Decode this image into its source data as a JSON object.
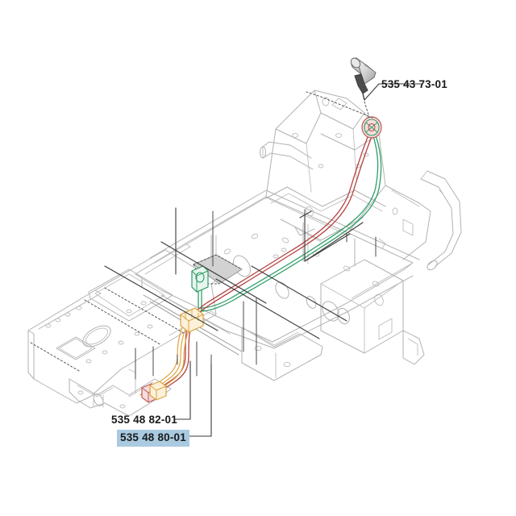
{
  "diagram": {
    "title": "Wiring harness assembly exploded parts diagram",
    "background_color": "#ffffff",
    "line_color": "#b0b0b0",
    "leader_color": "#3a3a3a",
    "shade_color": "#cfcfcf",
    "highlight_color": "#a9cae0"
  },
  "callouts": [
    {
      "id": "535-43-73-01",
      "part_number": "535 43 73-01",
      "highlighted": false,
      "position": "top-right",
      "points_to": "angled-socket-connector"
    },
    {
      "id": "535-48-82-01",
      "part_number": "535 48 82-01",
      "highlighted": false,
      "position": "bottom-left",
      "points_to": "tan-wire-harness"
    },
    {
      "id": "535-48-80-01",
      "part_number": "535 48 80-01",
      "highlighted": true,
      "position": "bottom-left",
      "points_to": "red-wire-harness"
    }
  ],
  "wires": [
    {
      "name": "green-harness",
      "color": "#2f9e68",
      "label": "Green wire harness"
    },
    {
      "name": "tan-harness",
      "color": "#e0a94a",
      "label": "Tan wire harness"
    },
    {
      "name": "red-harness",
      "color": "#b5413f",
      "label": "Red wire harness"
    }
  ],
  "connectors": [
    {
      "name": "green-connector-block",
      "color": "#2f9e68",
      "label": "Green connector block"
    },
    {
      "name": "tan-connector-block",
      "color": "#d9a441",
      "label": "Tan connector block"
    },
    {
      "name": "red-terminal-end",
      "color": "#cf5a62",
      "label": "Red terminal end"
    },
    {
      "name": "round-junction-connector",
      "color": "#c05a58",
      "label": "Round junction connector"
    },
    {
      "name": "angled-socket-connector",
      "color": "#6b6b6b",
      "label": "Angled socket connector"
    }
  ],
  "structure": [
    {
      "name": "chassis-floor-plate",
      "label": "Chassis floor plate"
    },
    {
      "name": "main-frame-rail",
      "label": "Main frame rail"
    },
    {
      "name": "seat-support-frame",
      "label": "Seat support frame"
    },
    {
      "name": "right-rollbar-tube",
      "label": "Right rollbar tube"
    },
    {
      "name": "left-rollbar-tube",
      "label": "Left rollbar tube"
    },
    {
      "name": "mounting-bracket-plate",
      "label": "Mounting bracket plate"
    }
  ]
}
